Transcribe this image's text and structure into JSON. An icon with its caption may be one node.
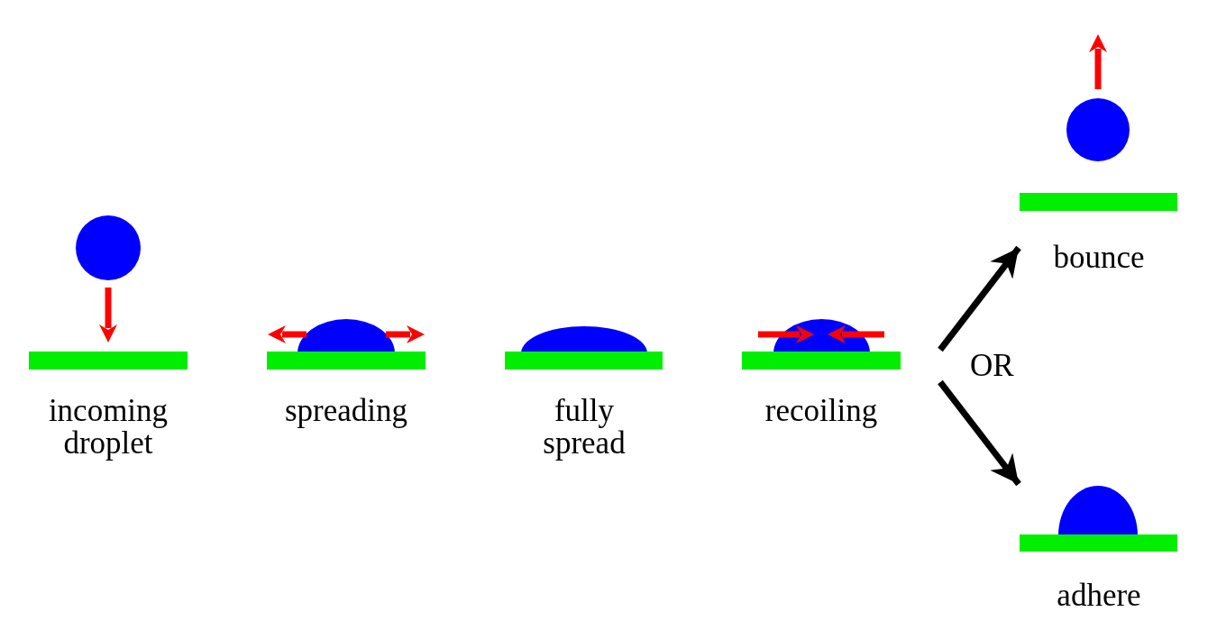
{
  "diagram": {
    "nodes": [
      {
        "text": [
          "incoming droplet"
        ]
      },
      {
        "text": [
          "spreading"
        ]
      },
      {
        "text": [
          "fully spread"
        ]
      },
      {
        "text": [
          "recoiling"
        ]
      },
      {
        "text": [
          "bounce"
        ]
      },
      {
        "text": [
          "adhere"
        ]
      }
    ],
    "edges": [
      {
        "from": 3,
        "to": 4,
        "arrow": "to"
      },
      {
        "from": 3,
        "to": 5,
        "arrow": "to"
      }
    ],
    "labels": [
      "OR"
    ]
  }
}
